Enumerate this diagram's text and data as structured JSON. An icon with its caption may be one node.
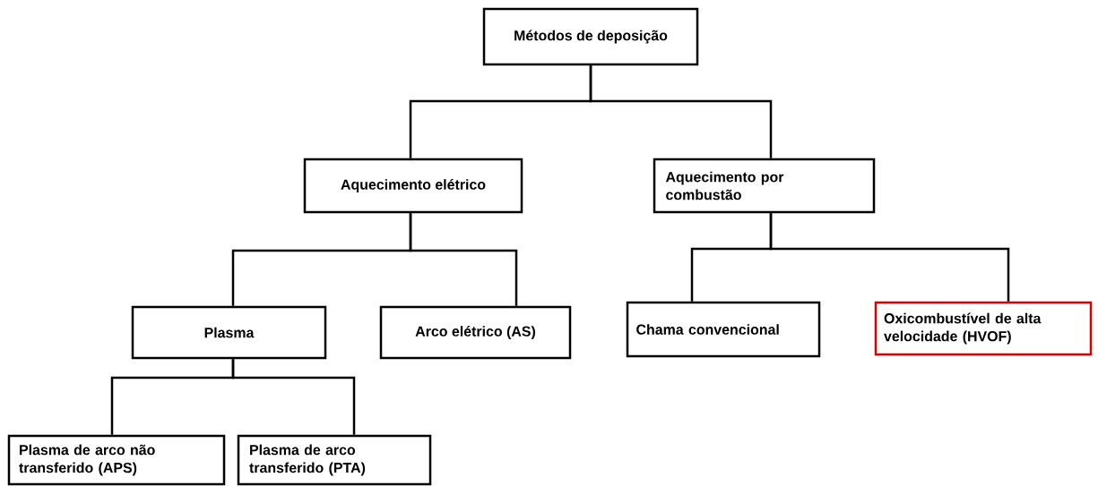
{
  "diagram": {
    "nodes": [
      {
        "text": [
          "Métodos de deposição"
        ]
      },
      {
        "text": [
          "Aquecimento elétrico"
        ]
      },
      {
        "text": [
          "Aquecimento por combustão"
        ]
      },
      {
        "text": [
          "Plasma"
        ]
      },
      {
        "text": [
          "Arco elétrico (AS)"
        ]
      },
      {
        "text": [
          "Chama convencional"
        ]
      },
      {
        "text": [
          "Oxicombustível de alta velocidade (HVOF)"
        ]
      },
      {
        "text": [
          "Plasma de arco não transferido (APS)"
        ]
      },
      {
        "text": [
          "Plasma de arco transferido (PTA)"
        ]
      }
    ],
    "edges": [
      {
        "from": 0,
        "to": 1,
        "arrow": "none"
      },
      {
        "from": 0,
        "to": 2,
        "arrow": "none"
      },
      {
        "from": 1,
        "to": 3,
        "arrow": "none"
      },
      {
        "from": 1,
        "to": 4,
        "arrow": "none"
      },
      {
        "from": 2,
        "to": 5,
        "arrow": "none"
      },
      {
        "from": 2,
        "to": 6,
        "arrow": "none"
      },
      {
        "from": 3,
        "to": 7,
        "arrow": "none"
      },
      {
        "from": 3,
        "to": 8,
        "arrow": "none"
      }
    ]
  }
}
